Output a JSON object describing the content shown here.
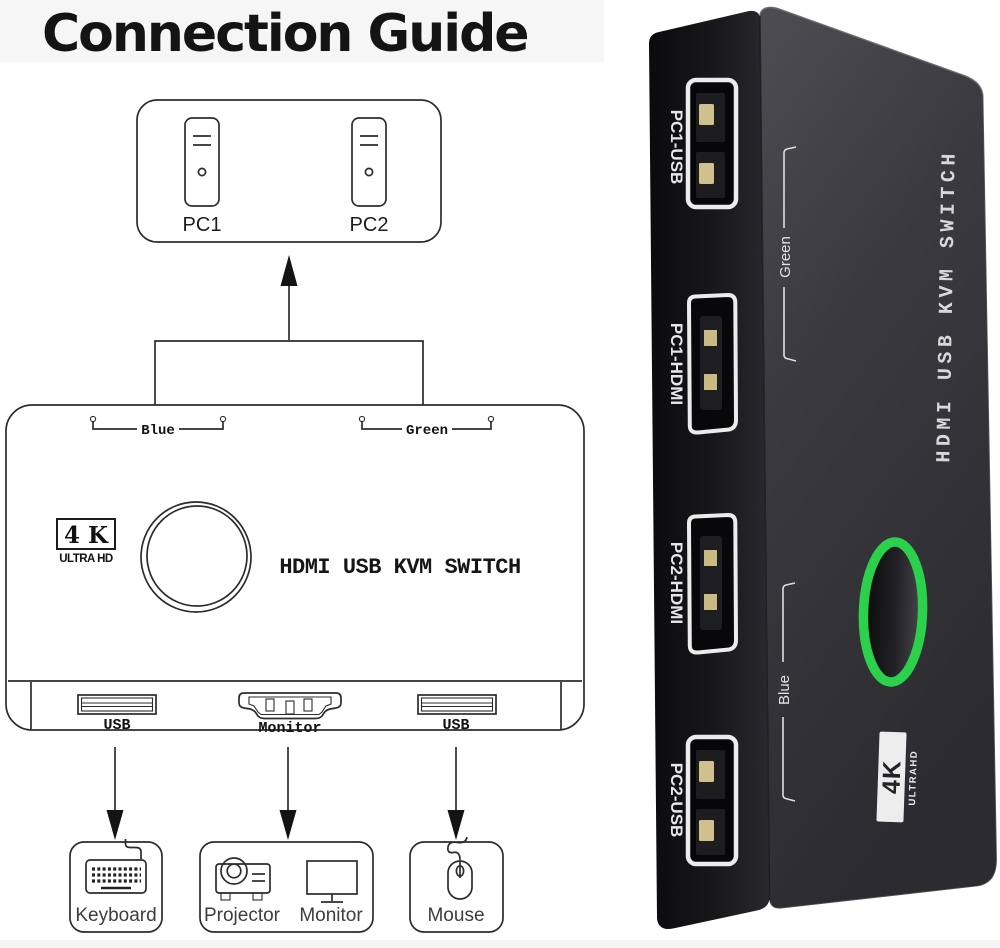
{
  "title": "Connection Guide",
  "diagram": {
    "pc1": "PC1",
    "pc2": "PC2",
    "kvm": {
      "blue": "Blue",
      "green": "Green",
      "badge_4k": "4 K",
      "badge_ultra": "ULTRA HD",
      "name": "HDMI USB KVM SWITCH",
      "usb_left": "USB",
      "monitor": "Monitor",
      "usb_right": "USB"
    },
    "peripherals": {
      "keyboard": "Keyboard",
      "projector": "Projector",
      "monitor": "Monitor",
      "mouse": "Mouse"
    }
  },
  "device": {
    "ports": [
      "PC1-USB",
      "PC1-HDMI",
      "PC2-HDMI",
      "PC2-USB"
    ],
    "green": "Green",
    "blue": "Blue",
    "name": "HDMI USB KVM SWITCH",
    "badge_4k": "4K",
    "badge_ultra": "ULTRAHD",
    "colors": {
      "green_ring": "#2bd04b",
      "body_side": "#121214",
      "body_face": "#39393e",
      "label_text": "#e6e6e8"
    }
  }
}
